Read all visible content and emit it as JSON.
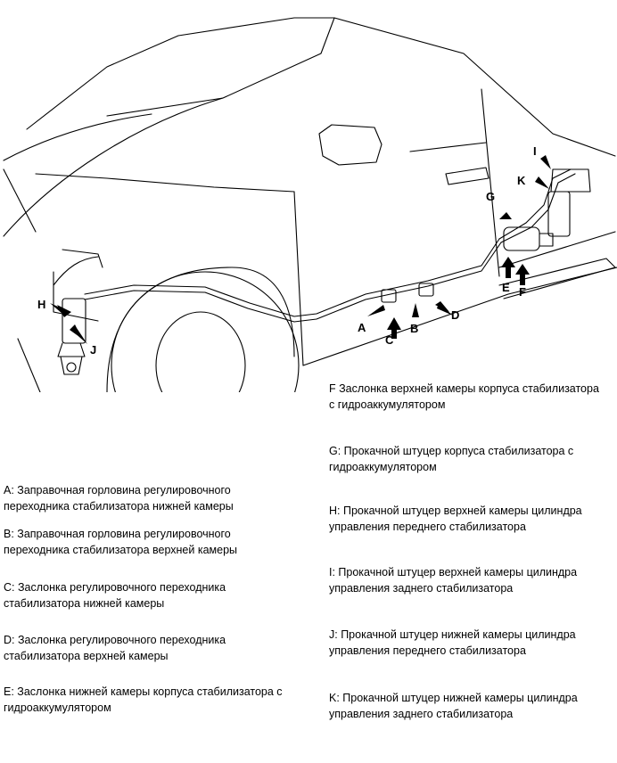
{
  "callouts": {
    "A": "A",
    "B": "B",
    "C": "C",
    "D": "D",
    "E": "E",
    "F": "F",
    "G": "G",
    "H": "H",
    "I": "I",
    "J": "J",
    "K": "K"
  },
  "legend": {
    "A": "A: Заправочная горловина регулировочного переходника стабилизатора нижней камеры",
    "B": "B: Заправочная горловина регулировочного переходника стабилизатора верхней камеры",
    "C": "C: Заслонка регулировочного переходника стабилизатора нижней камеры",
    "D": "D: Заслонка регулировочного переходника стабилизатора верхней камеры",
    "E": "E: Заслонка нижней камеры корпуса стабилизатора с гидроаккумулятором",
    "F": "F Заслонка верхней камеры корпуса стабилизатора с гидроаккумулятором",
    "G": "G: Прокачной штуцер корпуса стабилизатора с гидроаккумулятором",
    "H": "H: Прокачной штуцер верхней камеры цилиндра управления переднего стабилизатора",
    "I": "I: Прокачной штуцер верхней камеры цилиндра управления заднего стабилизатора",
    "J": "J: Прокачной штуцер нижней камеры цилиндра управления переднего стабилизатора",
    "K": "K: Прокачной штуцер нижней камеры цилиндра управления заднего стабилизатора"
  }
}
